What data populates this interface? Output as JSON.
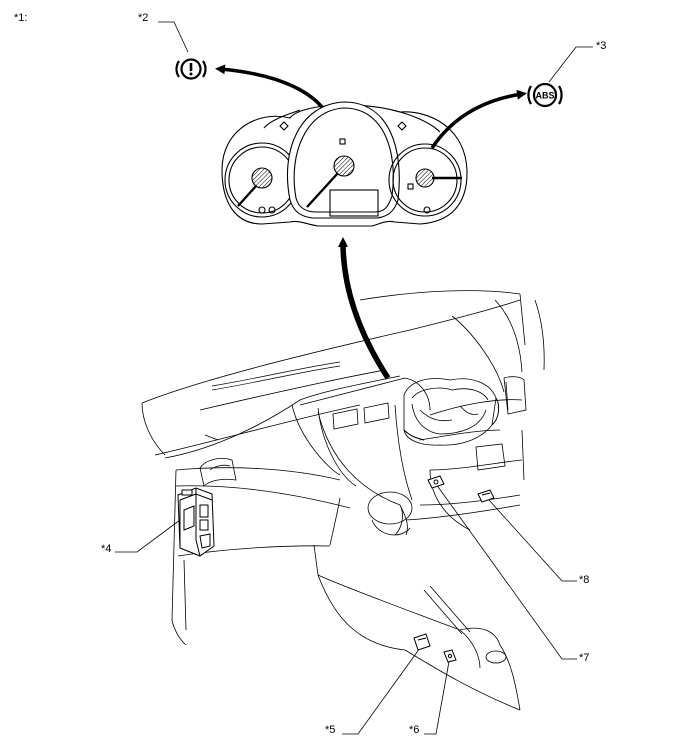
{
  "figure": {
    "label": "*1:",
    "callouts": {
      "c2": "*2",
      "c3": "*3",
      "c4": "*4",
      "c5": "*5",
      "c6": "*6",
      "c7": "*7",
      "c8": "*8"
    },
    "icons": {
      "brake_warning": "brake-warning-icon",
      "abs_warning_text": "ABS",
      "abs_warning": "abs-warning-icon"
    }
  }
}
